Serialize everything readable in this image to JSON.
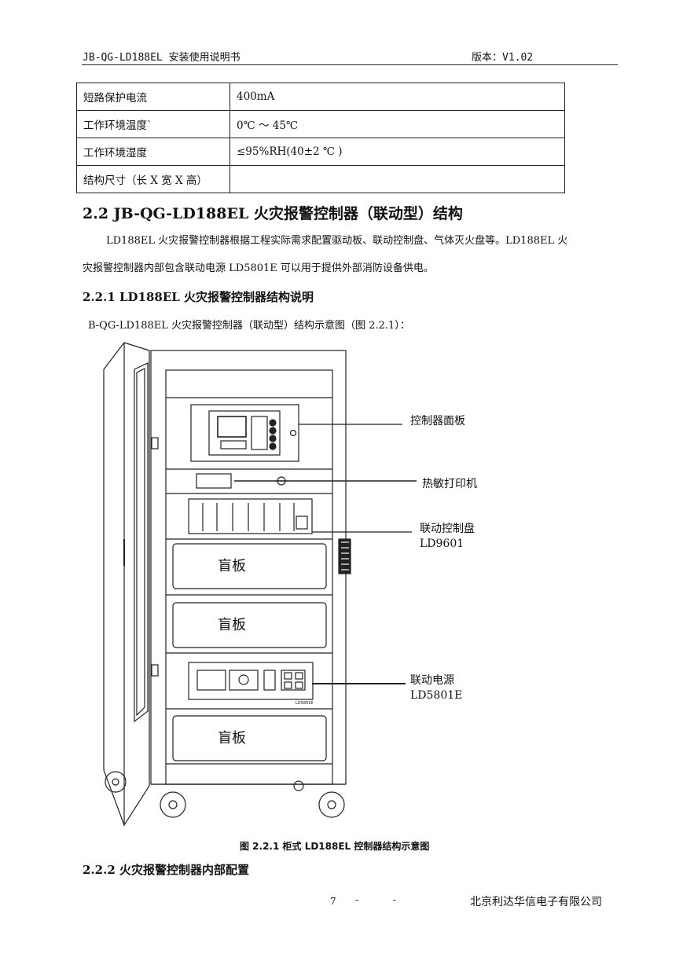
{
  "header": {
    "doc_title": "JB-QG-LD188EL 安装使用说明书",
    "version": "版本：V1.02"
  },
  "spec_table": {
    "rows": [
      {
        "key": "短路保护电流",
        "value": "400mA"
      },
      {
        "key": "工作环境温度`",
        "value": "0℃  ～  45℃"
      },
      {
        "key": "工作环境湿度",
        "value": "≤95%RH(40±2 ℃ )"
      },
      {
        "key": "结构尺寸（长 X 宽 X 高）",
        "value": ""
      }
    ]
  },
  "section_2_2": {
    "heading": "2.2 JB-QG-LD188EL 火灾报警控制器（联动型）结构",
    "para_line1": "LD188EL 火灾报警控制器根据工程实际需求配置驱动板、联动控制盘、气体灭火盘等。LD188EL 火",
    "para_line2": "灾报警控制器内部包含联动电源 LD5801E 可以用于提供外部消防设备供电。"
  },
  "section_2_2_1": {
    "heading": "2.2.1 LD188EL 火灾报警控制器结构说明",
    "intro": "B-QG-LD188EL 火灾报警控制器（联动型）结构示意图（图 2.2.1）："
  },
  "figure": {
    "callouts": {
      "panel": "控制器面板",
      "printer": "热敏打印机",
      "linkage_panel": "联动控制盘",
      "linkage_panel_model": "LD9601",
      "power": "联动电源",
      "power_model": "LD5801E"
    },
    "blank_panel": "盲板",
    "power_unit_label": "LD5801E",
    "caption": "图  2.2.1    柜式 LD188EL 控制器结构示意图"
  },
  "section_2_2_2": {
    "heading": "2.2.2 火灾报警控制器内部配置"
  },
  "footer": {
    "page": "7",
    "dashes": "- -",
    "company": "北京利达华信电子有限公司"
  }
}
